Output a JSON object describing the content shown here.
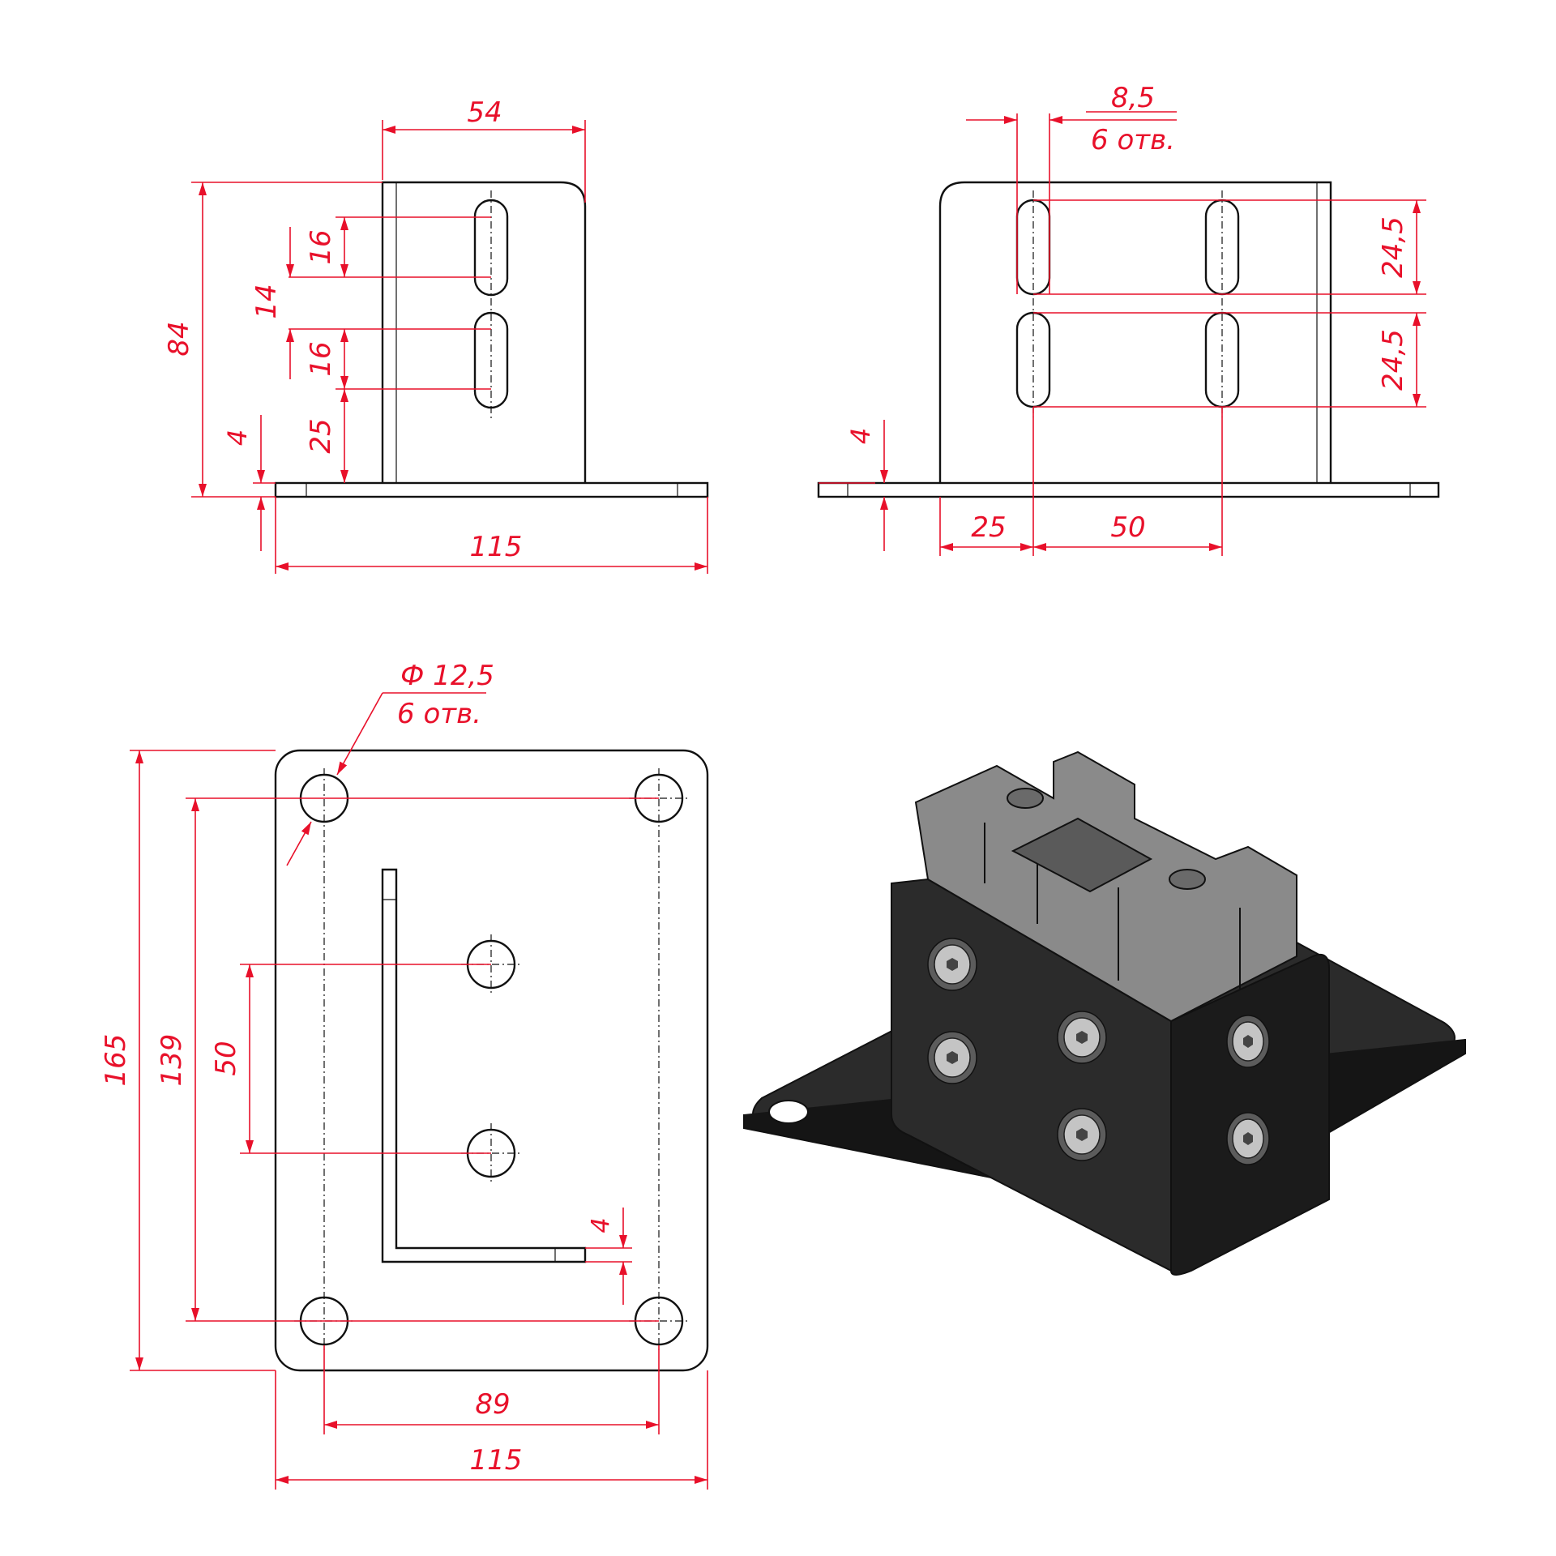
{
  "front_view": {
    "width": "54",
    "height": "84",
    "slot_len_upper": "16",
    "slot_gap": "14",
    "slot_len_lower": "16",
    "bottom_offset": "25",
    "plate_thickness": "4",
    "base_width": "115"
  },
  "side_view": {
    "slot_width": "8,5",
    "slot_count": "6 отв.",
    "slot_pitch_upper": "24,5",
    "slot_pitch_lower": "24,5",
    "plate_thickness": "4",
    "edge_offset": "25",
    "slot_spacing": "50"
  },
  "top_view": {
    "hole_diameter": "Ф 12,5",
    "hole_count": "6 отв.",
    "overall_length": "165",
    "hole_spacing_length": "139",
    "slot_spacing": "50",
    "wall_thickness": "4",
    "hole_spacing_width": "89",
    "overall_width": "115"
  },
  "iso_view": {
    "plate_color": "#2b2b2b",
    "profile_color": "#8a8a8a",
    "bolt_color": "#c4c4c4"
  },
  "colors": {
    "dimension": "#e8102a",
    "outline": "#111111"
  }
}
